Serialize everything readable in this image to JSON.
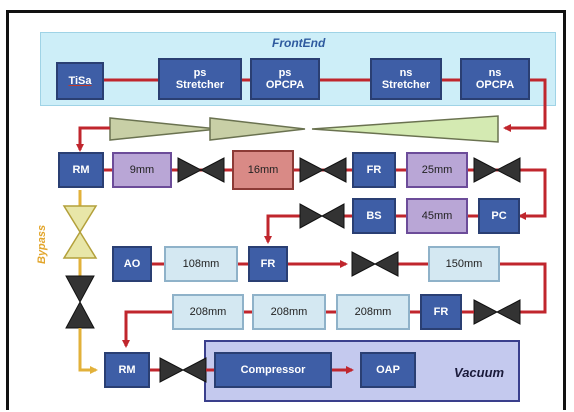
{
  "regions": {
    "frontend": "FrontEnd",
    "vacuum": "Vacuum",
    "bypass": "Bypass"
  },
  "boxes": {
    "tisa": "TiSa",
    "ps_stretcher": "ps\nStretcher",
    "ps_opcpa": "ps\nOPCPA",
    "ns_stretcher": "ns\nStretcher",
    "ns_opcpa": "ns\nOPCPA",
    "rm1": "RM",
    "amp_9mm": "9mm",
    "amp_16mm": "16mm",
    "fr1": "FR",
    "amp_25mm": "25mm",
    "bs": "BS",
    "amp_45mm": "45mm",
    "pc": "PC",
    "ao": "AO",
    "amp_108mm": "108mm",
    "fr2": "FR",
    "amp_150mm": "150mm",
    "amp_208mm_a": "208mm",
    "amp_208mm_b": "208mm",
    "amp_208mm_c": "208mm",
    "fr3": "FR",
    "rm2": "RM",
    "compressor": "Compressor",
    "oap": "OAP"
  },
  "colors": {
    "beam": "#c0262d",
    "bypass": "#e2b13a",
    "box_dark": "#3e5ea6",
    "amp_purple": "#b9a6d6",
    "amp_red": "#d98a86",
    "amp_light": "#d4e8f2"
  }
}
